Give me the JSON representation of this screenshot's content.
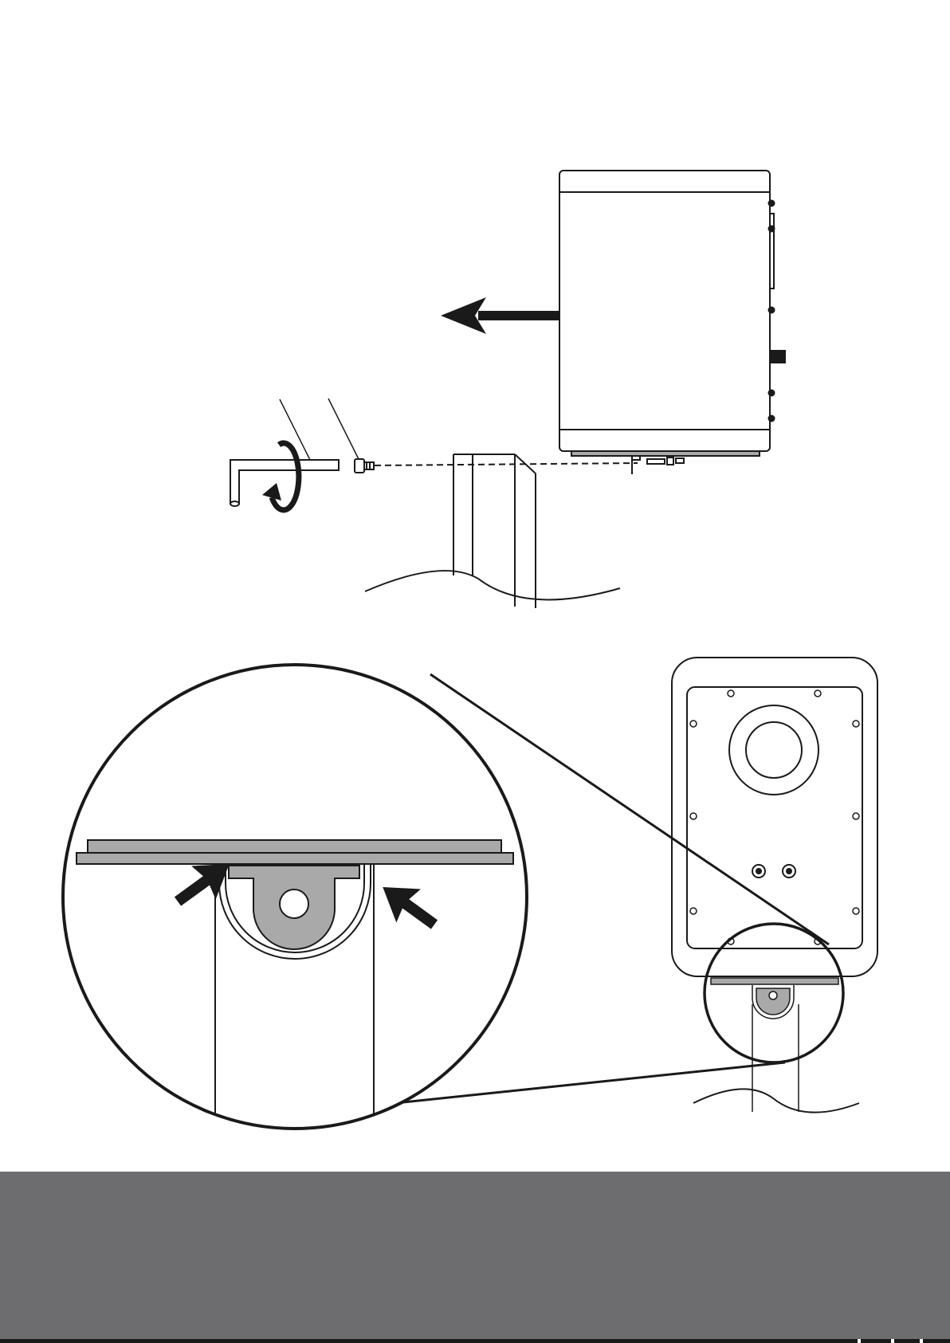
{
  "colors": {
    "background": "#ffffff",
    "line": "#1a1a1a",
    "part_fill_gray": "#a9a9a9",
    "footer_band": "#6d6c6e",
    "footer_stripe": "#1a1a1a"
  },
  "figure": {
    "top_view": "speaker-side-view-on-stand",
    "bottom_view": "speaker-front-view-on-stand",
    "detail": "magnified-bracket-circle"
  },
  "icons": {
    "tool": "hex-key-icon",
    "motion": "rotate-arrow-icon",
    "direction": "slide-left-arrow-icon",
    "press": "press-arrow-icon"
  }
}
